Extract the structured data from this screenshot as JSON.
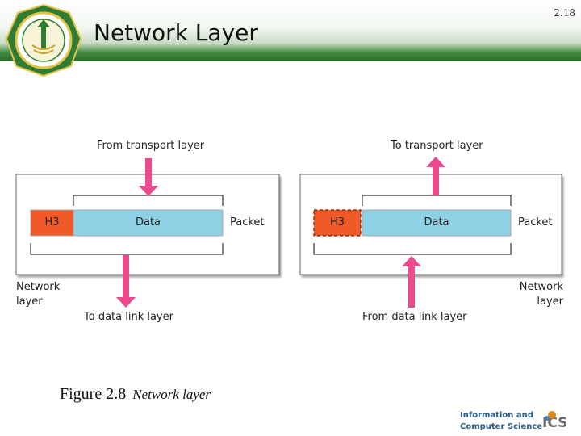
{
  "header": {
    "title": "Network Layer",
    "page_number": "2.18",
    "logo_icon": "university-seal-icon",
    "brand_color": "#2e7d32"
  },
  "diagram": {
    "sender": {
      "top_label": "From transport layer",
      "header_field": "H3",
      "data_field": "Data",
      "packet_label": "Packet",
      "layer_label_line1": "Network",
      "layer_label_line2": "layer",
      "bottom_label": "To data link layer"
    },
    "receiver": {
      "top_label": "To transport layer",
      "header_field": "H3",
      "data_field": "Data",
      "packet_label": "Packet",
      "layer_label_line1": "Network",
      "layer_label_line2": "layer",
      "bottom_label": "From data link layer"
    },
    "colors": {
      "header_field": "#f05a28",
      "data_field": "#8ed0e4",
      "arrow": "#ec4a8f",
      "layer_box": "#ffffff"
    }
  },
  "caption": {
    "figure_number": "Figure 2.8",
    "figure_title": "Network layer"
  },
  "footer": {
    "logo_line1": "Information and",
    "logo_line2": "Computer Science",
    "logo_abbrev": "ICS"
  }
}
